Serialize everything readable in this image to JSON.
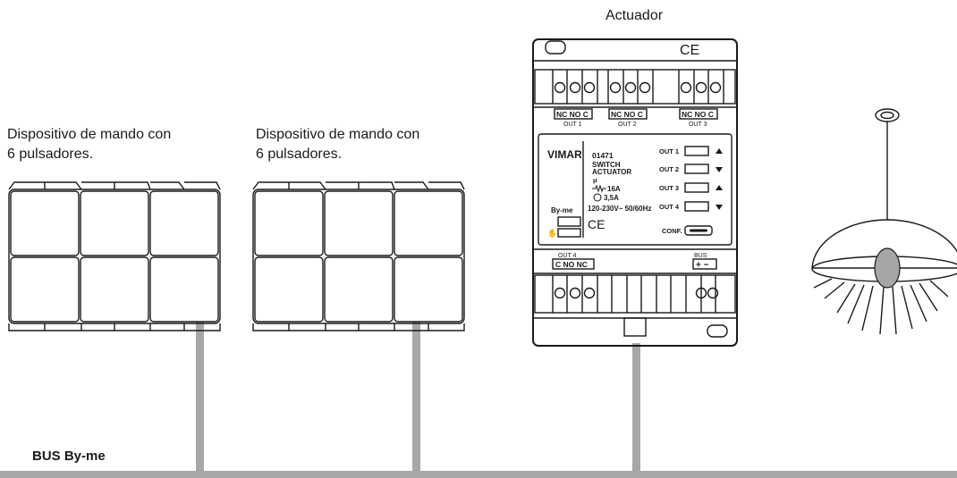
{
  "labels": {
    "actuator_title": "Actuador",
    "keypad1_caption_line1": "Dispositivo de mando con",
    "keypad1_caption_line2": "6 pulsadores.",
    "keypad2_caption_line1": "Dispositivo de mando con",
    "keypad2_caption_line2": "6 pulsadores.",
    "bus_label": "BUS By-me"
  },
  "actuator": {
    "ce_mark": "CE",
    "top_terminals": [
      {
        "label": "NC NO  C",
        "out": "OUT 1"
      },
      {
        "label": "NC NO  C",
        "out": "OUT 2"
      },
      {
        "label": "NC NO  C",
        "out": "OUT 3"
      }
    ],
    "brand": "VIMAR",
    "code": "01471",
    "name_line1": "SWITCH",
    "name_line2": "ACTUATOR",
    "micro": "μ",
    "resistive_rating": "16A",
    "motor_rating": "3,5A",
    "voltage": "120-230V~ 50/60Hz",
    "bus_system": "By-me",
    "outputs": [
      {
        "label": "OUT 1",
        "arrow": "up"
      },
      {
        "label": "OUT 2",
        "arrow": "down"
      },
      {
        "label": "OUT 3",
        "arrow": "up"
      },
      {
        "label": "OUT 4",
        "arrow": "down"
      }
    ],
    "conf_label": "CONF.",
    "bottom_out_label": "OUT 4",
    "bottom_terminals_label": "C NO NC",
    "bus_terminal_label": "BUS",
    "bus_polarity": "+  −"
  },
  "colors": {
    "wire": "#a7a7a7",
    "line": "#1a1a1a",
    "lamp_bulb": "#a6a6a6"
  }
}
